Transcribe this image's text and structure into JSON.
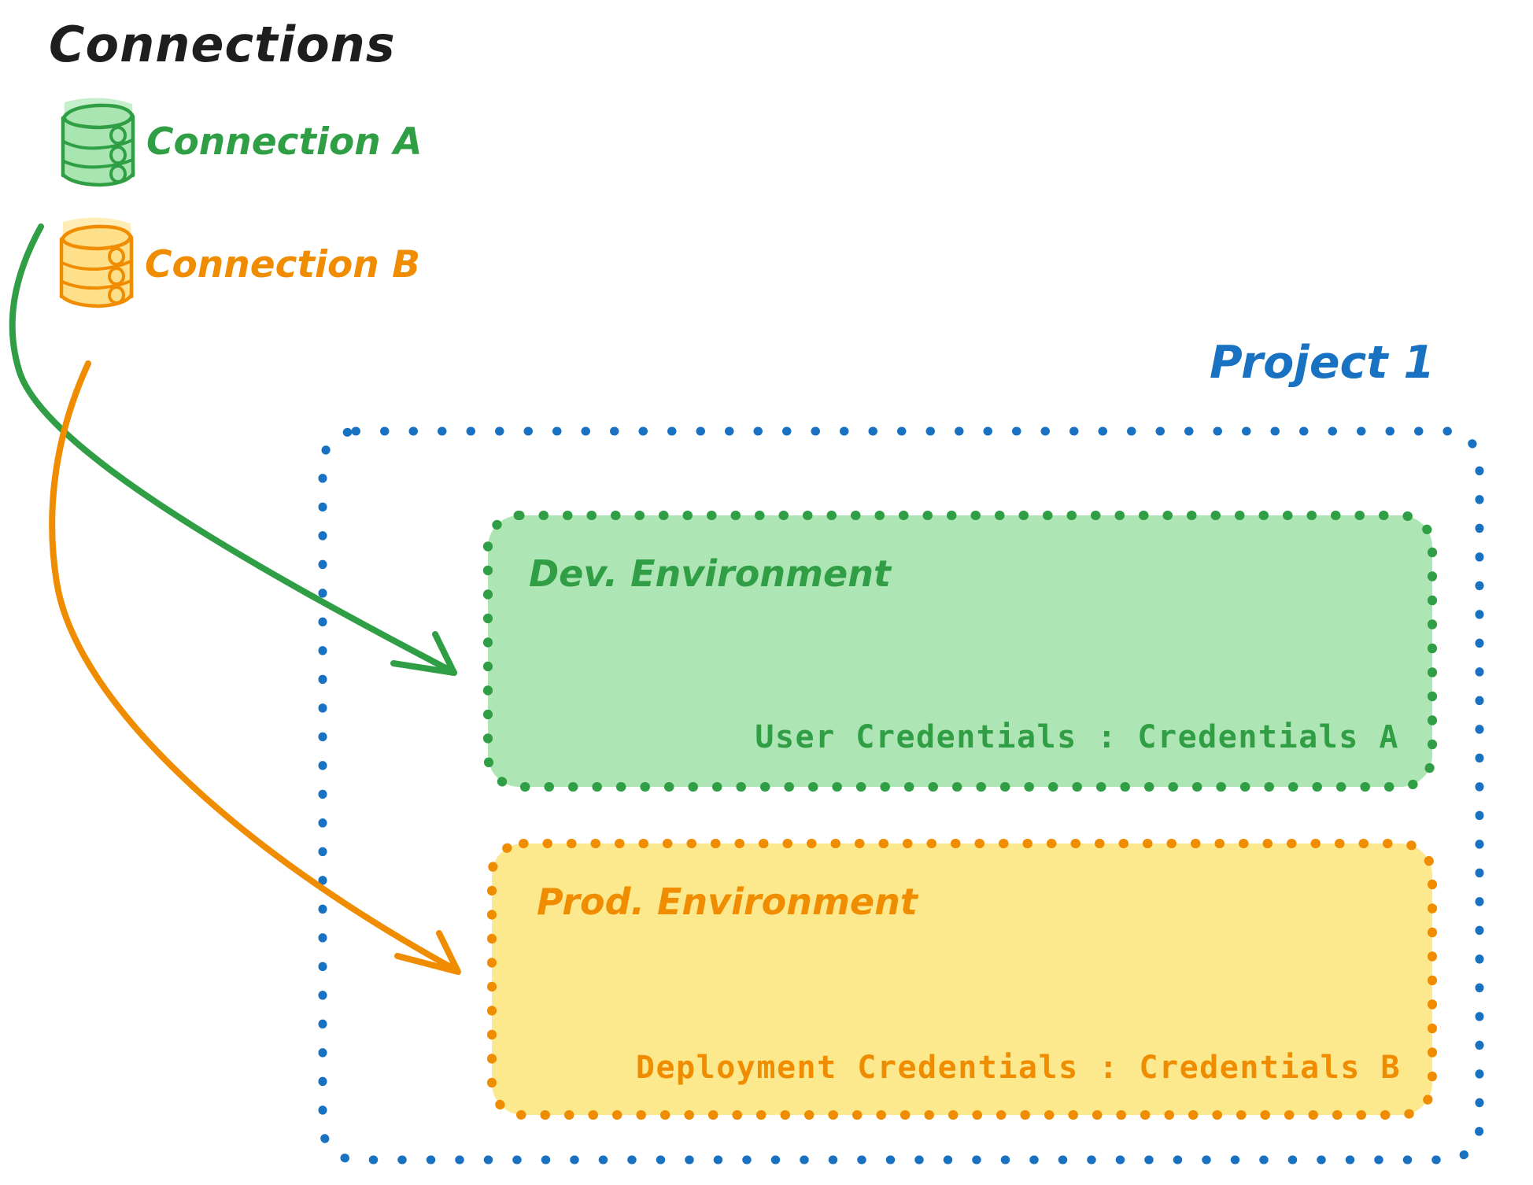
{
  "diagram": {
    "title": "Connections",
    "title_color": "#1e1e1e",
    "background": "#ffffff"
  },
  "connections": {
    "heading": "Connections",
    "items": [
      {
        "label": "Connection A",
        "icon": "database-cylinder-icon",
        "stroke_color": "#2f9e44",
        "fill_color": "#a9e5b0",
        "text_color": "#2f9e44"
      },
      {
        "label": "Connection B",
        "icon": "database-cylinder-icon",
        "stroke_color": "#f08c00",
        "fill_color": "#ffe08a",
        "text_color": "#f08c00"
      }
    ]
  },
  "project": {
    "label": "Project 1",
    "border_color": "#1971c2",
    "label_color": "#1971c2",
    "border_style": "dotted"
  },
  "environments": [
    {
      "name": "Dev. Environment",
      "credential_label": "User Credentials",
      "credential_separator": ":",
      "credential_value": "Credentials A",
      "credential_text": "User Credentials : Credentials A",
      "border_color": "#2f9e44",
      "fill_color": "#aee5b4",
      "text_color": "#2f9e44",
      "border_style": "dotted"
    },
    {
      "name": "Prod. Environment",
      "credential_label": "Deployment Credentials",
      "credential_separator": ":",
      "credential_value": "Credentials B",
      "credential_text": "Deployment Credentials : Credentials B",
      "border_color": "#f08c00",
      "fill_color": "#fce98d",
      "text_color": "#f08c00",
      "border_style": "dotted"
    }
  ],
  "arrows": [
    {
      "name": "connection-a-to-dev-environment",
      "from": "Connection A",
      "to": "Dev. Environment",
      "color": "#2f9e44"
    },
    {
      "name": "connection-b-to-prod-environment",
      "from": "Connection B",
      "to": "Prod. Environment",
      "color": "#f08c00"
    }
  ]
}
